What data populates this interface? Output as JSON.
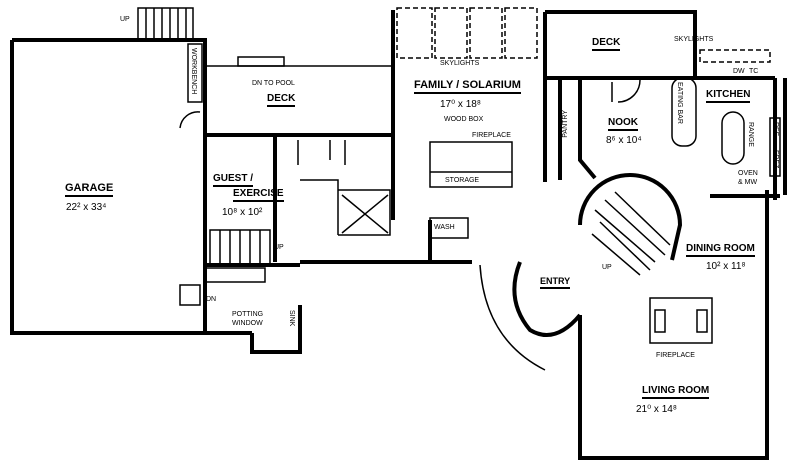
{
  "plan": {
    "garage": {
      "name": "GARAGE",
      "size": "22² x 33⁴"
    },
    "workbench": "WORKBENCH",
    "pool_deck": {
      "note": "DN TO POOL",
      "name": "DECK"
    },
    "guest": {
      "name_line1": "GUEST /",
      "name_line2": "EXERCISE",
      "size": "10⁸ x 10²"
    },
    "family": {
      "name": "FAMILY / SOLARIUM",
      "size": "17⁰ x 18⁸",
      "wood_box": "WOOD BOX",
      "fireplace": "FIREPLACE",
      "storage": "STORAGE",
      "skylights": "SKYLIGHTS"
    },
    "deck": {
      "name": "DECK",
      "skylights": "SKYLIGHTS"
    },
    "pantry": "PANTRY",
    "nook": {
      "name": "NOOK",
      "size": "8⁶ x 10⁴"
    },
    "eating_bar": "EATING BAR",
    "kitchen": {
      "name": "KITCHEN",
      "dw": "DW",
      "tc": "TC",
      "range": "RANGE",
      "ref": "REF",
      "frez": "FREZ",
      "oven": "OVEN",
      "mw": "& MW"
    },
    "dining": {
      "name": "DINING ROOM",
      "size": "10² x 11⁸"
    },
    "entry": "ENTRY",
    "living": {
      "name": "LIVING ROOM",
      "size": "21⁰ x 14⁸",
      "fireplace": "FIREPLACE"
    },
    "washer": "WASH",
    "stairs": {
      "up_top": "UP",
      "up_guest": "UP",
      "dn": "DN",
      "up_entry": "UP"
    },
    "potting": {
      "line1": "POTTING",
      "line2": "WINDOW",
      "sink": "SINK"
    }
  }
}
